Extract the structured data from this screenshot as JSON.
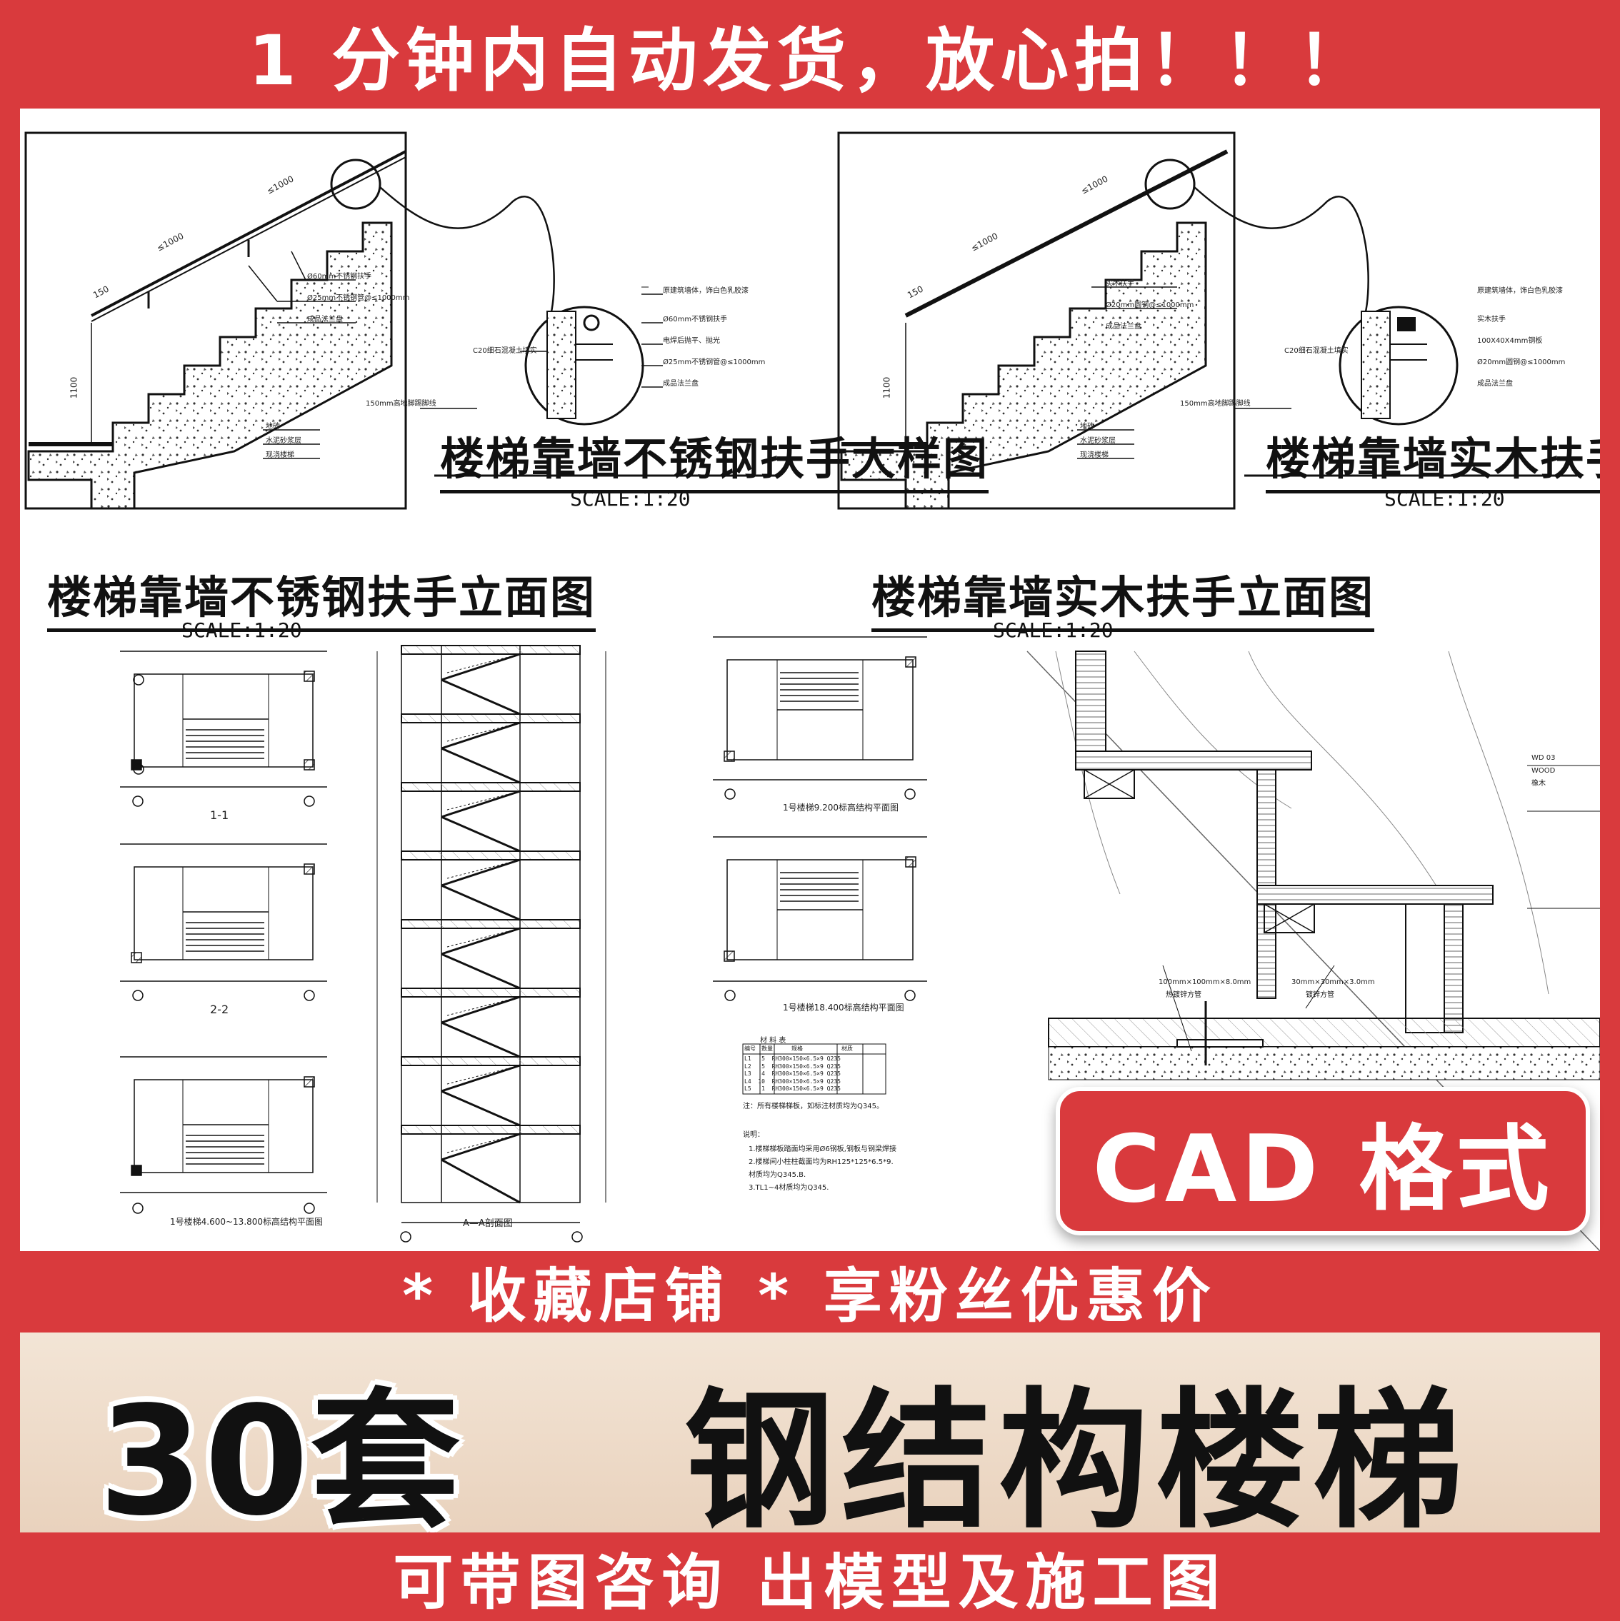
{
  "top_banner": {
    "text": "1 分钟内自动发货，放心拍！！！"
  },
  "drawings": {
    "detail_left": {
      "title": "楼梯靠墙不锈钢扶手大样图",
      "scale": "SCALE:1:20",
      "notes": [
        "Ø60mm不锈钢扶手",
        "Ø25mm不锈钢管@≤1000mm",
        "成品法兰盘",
        "地砖",
        "水泥砂浆层",
        "现浇楼梯",
        "150mm高地脚踢脚线"
      ],
      "circle_notes": [
        "原建筑墙体，饰白色乳胶漆",
        "Ø60mm不锈钢扶手",
        "电焊后抛平、抛光",
        "Ø25mm不锈钢管@≤1000mm",
        "成品法兰盘",
        "C20细石混凝土填实"
      ],
      "dims": [
        "≤1000",
        "≤1000",
        "150",
        "1100"
      ]
    },
    "detail_right": {
      "title": "楼梯靠墙实木扶手大样图",
      "scale": "SCALE:1:20",
      "notes": [
        "实木扶手",
        "Ø20mm圆钢@≤1000mm",
        "成品法兰盘",
        "地砖",
        "水泥砂浆层",
        "现浇楼梯",
        "150mm高地脚踢脚线"
      ],
      "circle_notes": [
        "原建筑墙体，饰白色乳胶漆",
        "实木扶手",
        "100X40X4mm钢板",
        "Ø20mm圆钢@≤1000mm",
        "成品法兰盘",
        "C20细石混凝土填实"
      ],
      "dims": [
        "≤1000",
        "≤1000",
        "150",
        "1100"
      ]
    },
    "elev_left": {
      "title": "楼梯靠墙不锈钢扶手立面图",
      "scale": "SCALE:1:20"
    },
    "elev_right": {
      "title": "楼梯靠墙实木扶手立面图",
      "scale": "SCALE:1:20"
    },
    "plans_left": [
      "1-1",
      "2-2",
      "1号楼梯4.600~13.800标高结构平面图"
    ],
    "section": {
      "label": "A—A剖面图"
    },
    "plans_right": [
      "1号楼梯9.200标高结构平面图",
      "1号楼梯18.400标高结构平面图"
    ],
    "material_table": {
      "title": "材 料 表",
      "headers": [
        "编号",
        "数量",
        "规格",
        "材质"
      ],
      "rows": [
        [
          "L1",
          "5",
          "RH300×150×6.5×9",
          "Q235"
        ],
        [
          "L2",
          "5",
          "RH300×150×6.5×9",
          "Q235"
        ],
        [
          "L3",
          "4",
          "RH300×150×6.5×9",
          "Q235"
        ],
        [
          "L4",
          "10",
          "RH300×150×6.5×9",
          "Q235"
        ],
        [
          "L5",
          "1",
          "RH300×150×6.5×9",
          "Q235"
        ]
      ],
      "note1": "注：所有楼梯梯板，如标注材质均为Q345。",
      "note_title": "说明：",
      "notes": [
        "1.楼梯梯板踏面均采用Ø6钢板,钢板与钢梁焊接",
        "2.楼梯间小柱柱截面均为RH125*125*6.5*9.",
        "   材质均为Q345.B.",
        "3.TL1~4材质均为Q345."
      ]
    },
    "wood_detail": {
      "labels": [
        "100mm×100mm×8.0mm",
        "热镀锌方管",
        "30mm×30mm×3.0mm",
        "镀锌方管"
      ],
      "tags": [
        "WD",
        "03",
        "WOOD",
        "橡木"
      ]
    }
  },
  "cad_badge": {
    "text": "CAD 格式"
  },
  "mid_banner": {
    "text": "* 收藏店铺 *  享粉丝优惠价"
  },
  "main_panel": {
    "count": "30套",
    "product": "钢结构楼梯"
  },
  "bottom_banner": {
    "text": "可带图咨询  出模型及施工图"
  }
}
